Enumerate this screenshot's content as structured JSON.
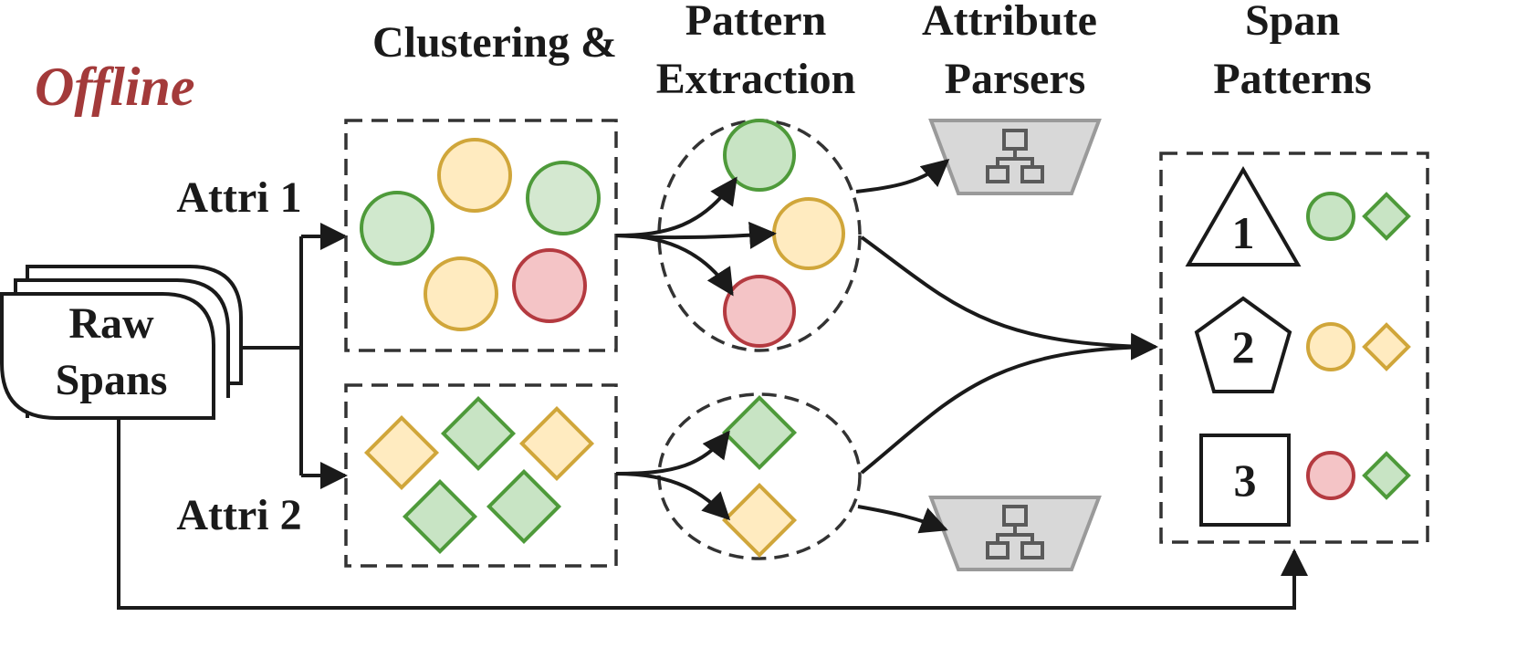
{
  "offline_label": "Offline",
  "offline_color": "#A33A3A",
  "raw_spans": {
    "line1": "Raw",
    "line2": "Spans"
  },
  "attr_labels": {
    "attr1": "Attri 1",
    "attr2": "Attri 2"
  },
  "stage_headers": {
    "clustering": "Clustering &",
    "pattern_line1": "Pattern",
    "pattern_line2": "Extraction",
    "parsers_line1": "Attribute",
    "parsers_line2": "Parsers",
    "span_line1": "Span",
    "span_line2": "Patterns"
  },
  "span_patterns": [
    {
      "number": "1",
      "shape": "triangle"
    },
    {
      "number": "2",
      "shape": "pentagon"
    },
    {
      "number": "3",
      "shape": "square"
    }
  ],
  "colors": {
    "green_fill": "#C8E4C4",
    "green_stroke": "#4E9A3A",
    "yellow_fill": "#FFEBC0",
    "yellow_stroke": "#D0A63A",
    "red_fill": "#F4C4C6",
    "red_stroke": "#B43A40",
    "parser_fill": "#D8D8D8",
    "parser_stroke": "#9A9A9A"
  },
  "icons": {
    "parser": "network-tree-icon"
  }
}
